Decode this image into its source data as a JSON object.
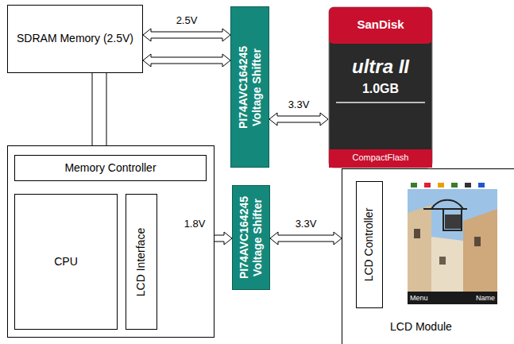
{
  "diagram": {
    "nodes": [
      {
        "text": [
          "SDRAM Memory (2.5V)"
        ]
      },
      {
        "text": [
          "PI74AVC164245 Voltage Shifter"
        ]
      },
      {
        "text": [
          "SanDisk",
          "ultra II",
          "1.0GB",
          "CompactFlash"
        ]
      },
      {
        "text": []
      },
      {
        "text": [
          "Memory Controller"
        ],
        "in": 3
      },
      {
        "text": [
          "CPU"
        ],
        "in": 3
      },
      {
        "text": [
          "LCD Interface"
        ],
        "in": 3
      },
      {
        "text": [
          "PI74AVC164245 Voltage Shifter"
        ]
      },
      {
        "text": [
          "LCD Module"
        ]
      },
      {
        "text": [
          "LCD Controller"
        ],
        "in": 8
      },
      {
        "text": [
          "Menu",
          "Name"
        ],
        "in": 8
      }
    ],
    "edges": [
      {
        "from": 0,
        "to": 1,
        "label": "2.5V",
        "arrow": "both"
      },
      {
        "from": 0,
        "to": 1,
        "arrow": "both"
      },
      {
        "from": 1,
        "to": 2,
        "label": "3.3V",
        "arrow": "both"
      },
      {
        "from": 0,
        "to": 3,
        "arrow": "none"
      },
      {
        "from": 6,
        "to": 7,
        "label": "1.8V",
        "arrow": "both"
      },
      {
        "from": 7,
        "to": 8,
        "label": "3.3V",
        "arrow": "both"
      }
    ]
  }
}
